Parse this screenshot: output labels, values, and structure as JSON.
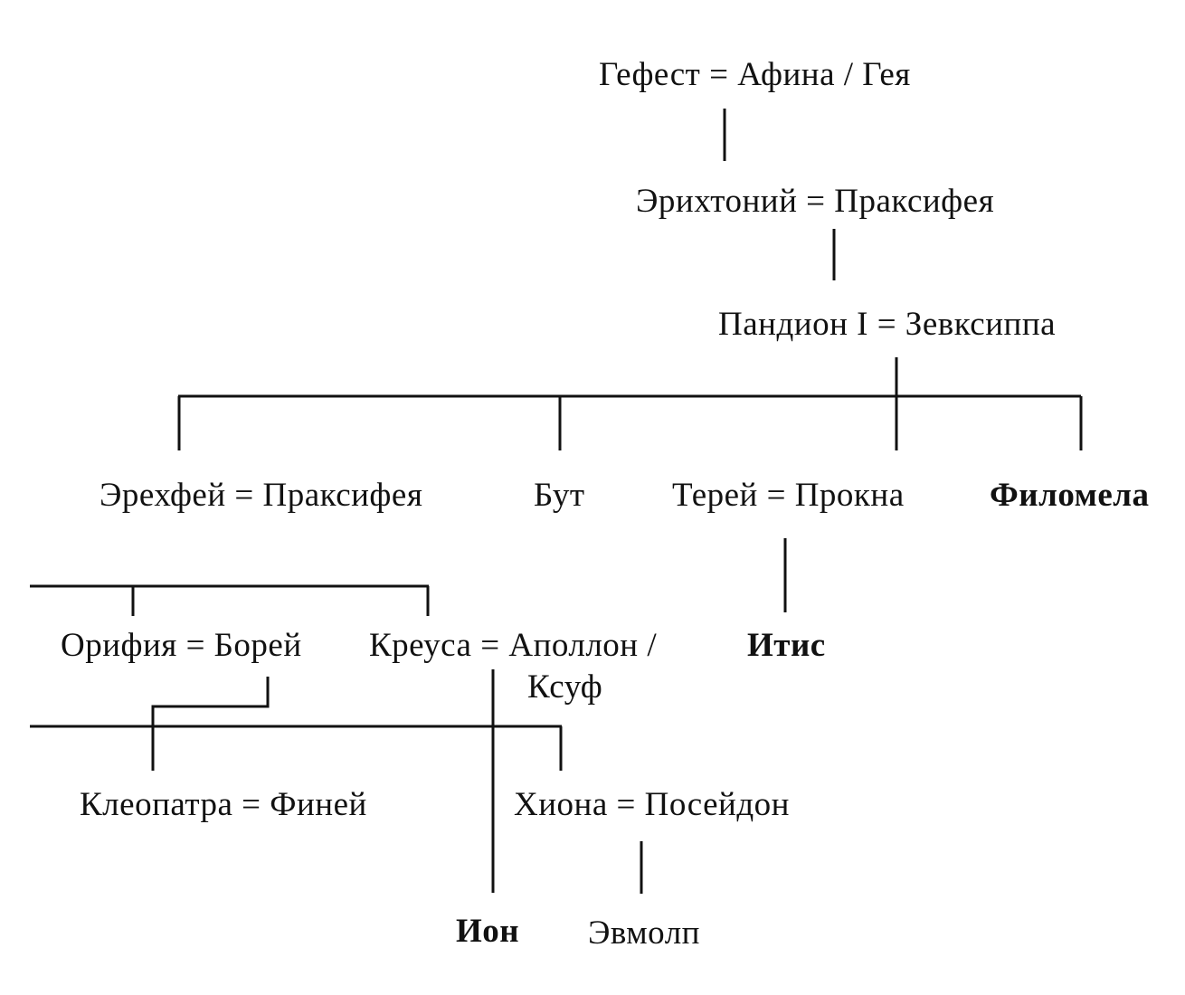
{
  "tree": {
    "gen1": "Гефест = Афина / Гея",
    "gen2": "Эрихтоний = Праксифея",
    "gen3": "Пандион I = Зевксиппа",
    "gen4_erechtheus": "Эрехфей = Праксифея",
    "gen4_butes": "Бут",
    "gen4_tereus": "Терей = Прокна",
    "gen4_philomela": "Филомела",
    "gen5_oreithyia": "Орифия = Борей",
    "gen5_creusa_line1": "Креуса = Аполлон /",
    "gen5_creusa_line2": "Ксуф",
    "gen5_itys": "Итис",
    "gen6_cleopatra": "Клеопатра = Финей",
    "gen6_chione": "Хиона = Посейдон",
    "gen7_ion": "Ион",
    "gen7_eumolpus": "Эвмолп"
  }
}
